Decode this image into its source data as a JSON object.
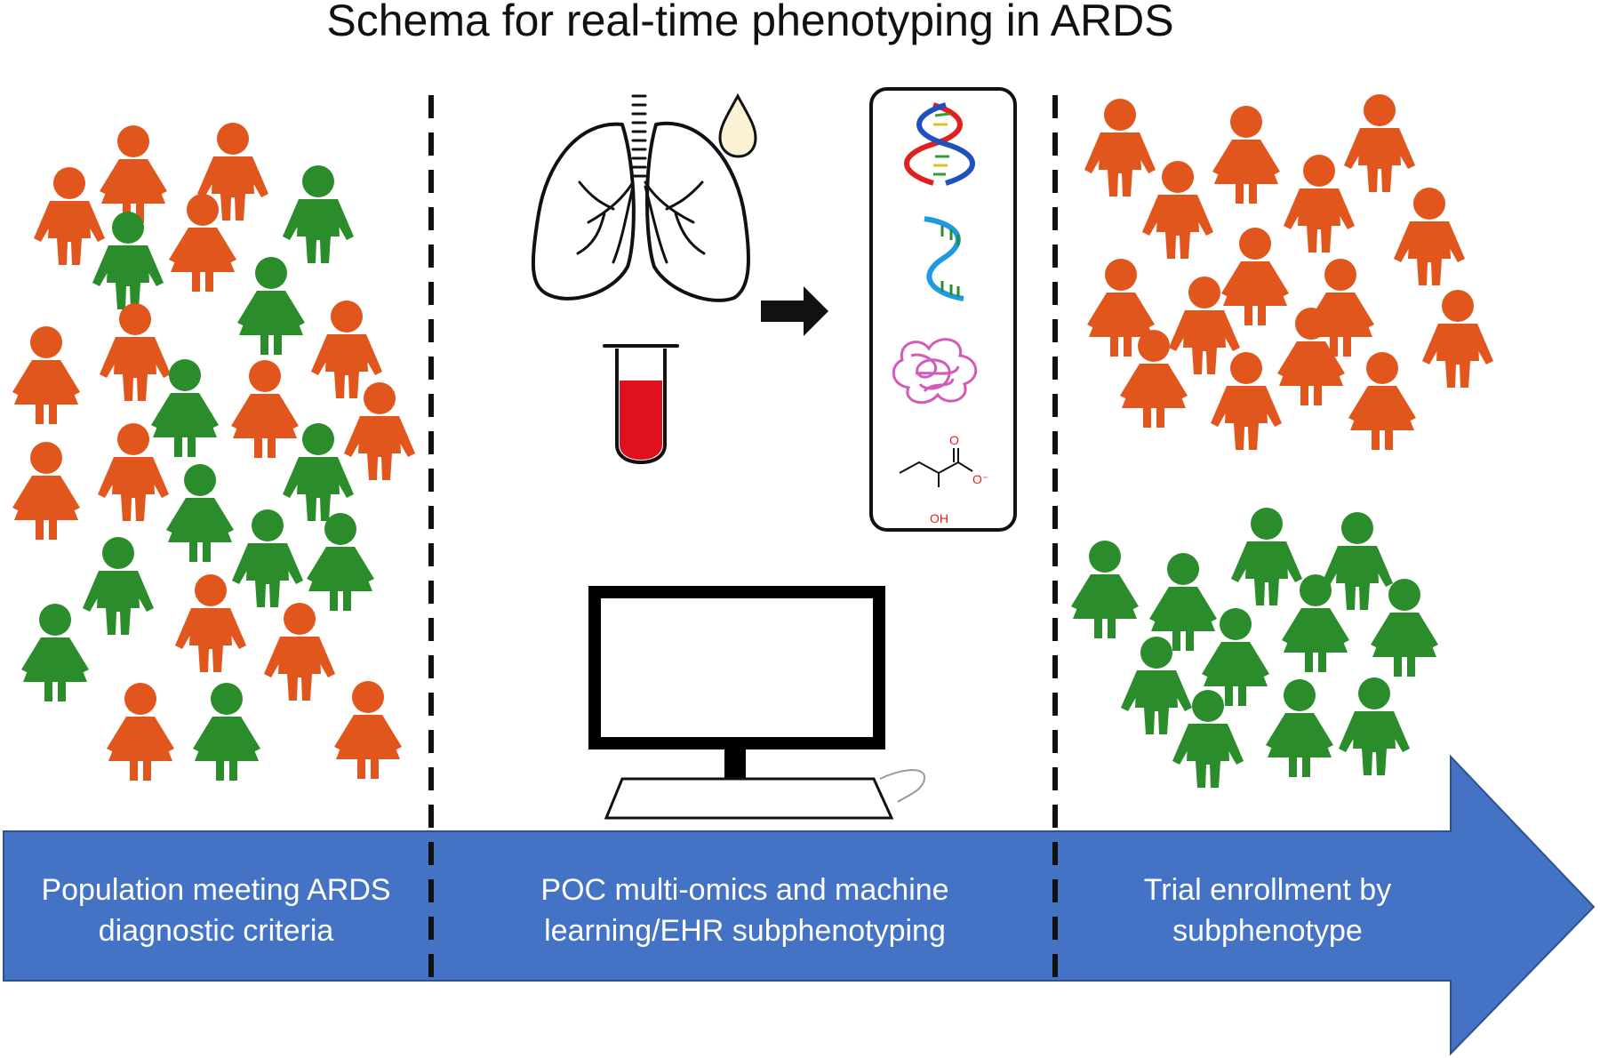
{
  "title": "Schema for real-time phenotyping in ARDS",
  "colors": {
    "orange_person": "#E0561C",
    "green_person": "#2A8C2A",
    "arrow_fill": "#4472C4",
    "arrow_stroke": "#2F528F",
    "divider": "#111111",
    "blood": "#E0101E",
    "droplet": "#FBF2D5",
    "lactate_red": "#E02020"
  },
  "stages": [
    {
      "line1": "Population meeting ARDS",
      "line2": "diagnostic criteria"
    },
    {
      "line1": "POC multi-omics and machine",
      "line2": "learning/EHR subphenotyping"
    },
    {
      "line1": "Trial enrollment by",
      "line2": "subphenotype"
    }
  ],
  "molecule": {
    "oxygen": "O",
    "charge": "O⁻",
    "hydroxyl": "OH"
  },
  "icons": {
    "lung": "lungs-icon",
    "droplet": "droplet-icon",
    "blood_tube": "blood-tube-icon",
    "arrow": "right-arrow-icon",
    "dna": "dna-icon",
    "rna": "rna-icon",
    "protein": "protein-icon",
    "metabolite": "lactate-molecule-icon",
    "computer": "computer-icon",
    "keyboard": "keyboard-icon",
    "person": "person-icon"
  }
}
